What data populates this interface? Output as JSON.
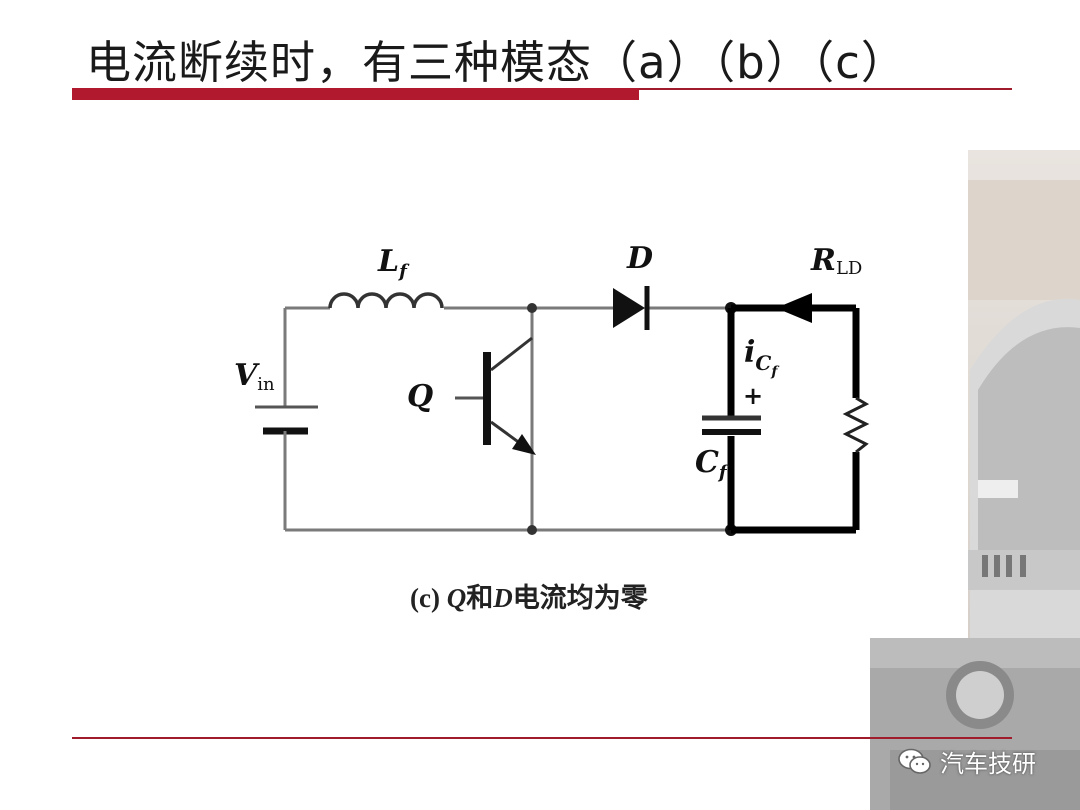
{
  "slide": {
    "title": "电流断续时，有三种模态（a）（b）（c）"
  },
  "diagram": {
    "labels": {
      "inductor": "L",
      "inductor_sub": "f",
      "diode": "D",
      "load": "R",
      "load_sub": "LD",
      "source": "V",
      "source_sub": "in",
      "transistor": "Q",
      "cap_current": "i",
      "cap_current_sub": "C",
      "cap_current_subsub": "f",
      "cap_plus": "+",
      "capacitor": "C",
      "capacitor_sub": "f"
    },
    "caption": {
      "prefix": "(c) ",
      "q": "Q",
      "mid": "和",
      "d": "D",
      "suffix": "电流均为零"
    }
  },
  "watermark": {
    "text": "汽车技研",
    "icon": "wechat-icon"
  },
  "colors": {
    "accent": "#b0192e",
    "wire": "#7a7a7a",
    "active_path": "#000000"
  }
}
